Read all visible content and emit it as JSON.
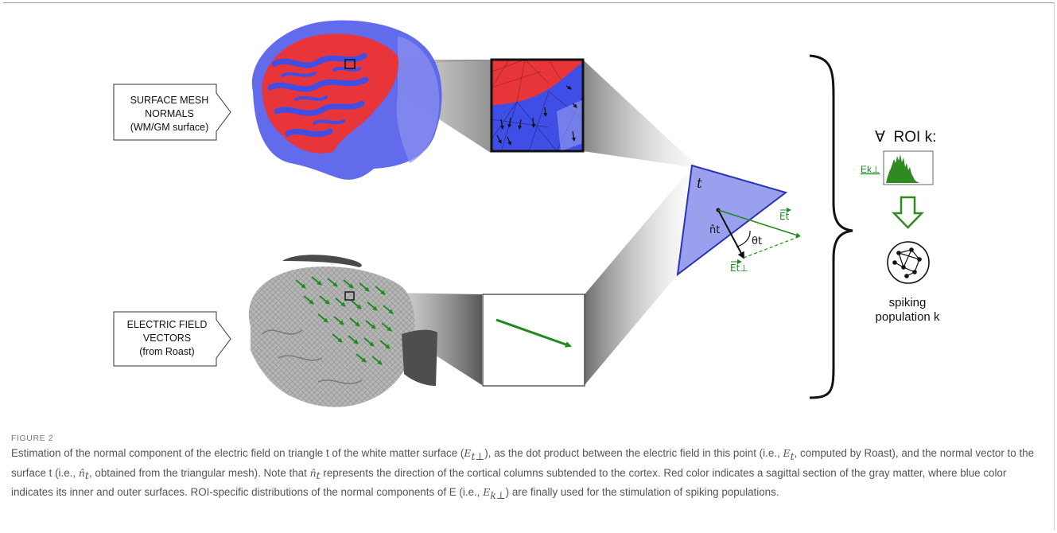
{
  "figure": {
    "boxes": {
      "surface": [
        "SURFACE MESH",
        "NORMALS",
        "(WM/GM surface)"
      ],
      "electric": [
        "ELECTRIC FIELD",
        "VECTORS",
        "(from Roast)"
      ]
    },
    "triangle_label": "t",
    "normal_label": "n̂t",
    "angle_label": "θt",
    "field_label": "Et",
    "perp_label": "Et⊥",
    "roi_header": "∀  ROI k:",
    "hist_label": "Ek⊥",
    "spiking_lines": [
      "spiking",
      "population k"
    ],
    "colors": {
      "red": "#e8353a",
      "blue": "#3f4fe6",
      "green": "#1e8a1e",
      "triangle_fill": "#9aa0ee",
      "triangle_stroke": "#2b33b8"
    }
  },
  "caption": {
    "label": "FIGURE 2",
    "parts": [
      "Estimation of the normal component of the electric field on triangle t of the white matter surface (",
      "E",
      "t⊥",
      "), as the dot product between the electric field in this point (i.e., ",
      "E",
      "t",
      ", computed by Roast), and the normal vector to the surface t (i.e., ",
      "n̂",
      "t",
      ", obtained from the triangular mesh). Note that ",
      "n̂",
      "t",
      " represents the direction of the cortical columns subtended to the cortex. Red color indicates a sagittal section of the gray matter, where blue color indicates its inner and outer surfaces. ROI-specific distributions of the normal components of E (i.e., ",
      "E",
      "k⊥",
      ") are finally used for the stimulation of spiking populations."
    ]
  }
}
